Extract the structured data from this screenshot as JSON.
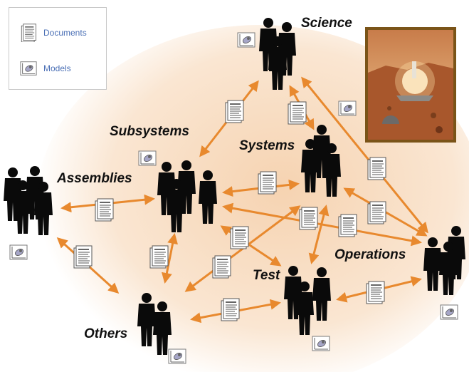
{
  "legend": {
    "documents_label": "Documents",
    "models_label": "Models"
  },
  "groups": {
    "science": "Science",
    "subsystems": "Subsystems",
    "systems": "Systems",
    "assemblies": "Assemblies",
    "operations": "Operations",
    "test": "Test",
    "others": "Others"
  },
  "colors": {
    "arrow": "#e8892e",
    "person": "#0a0a0a",
    "background_glow": "#f8dcc0",
    "legend_text": "#4a6fb5",
    "photo_frame": "#7a5418"
  },
  "icons": [
    "document-stack-icon",
    "model-icon",
    "person-silhouette-icon",
    "mars-lander-photo"
  ]
}
